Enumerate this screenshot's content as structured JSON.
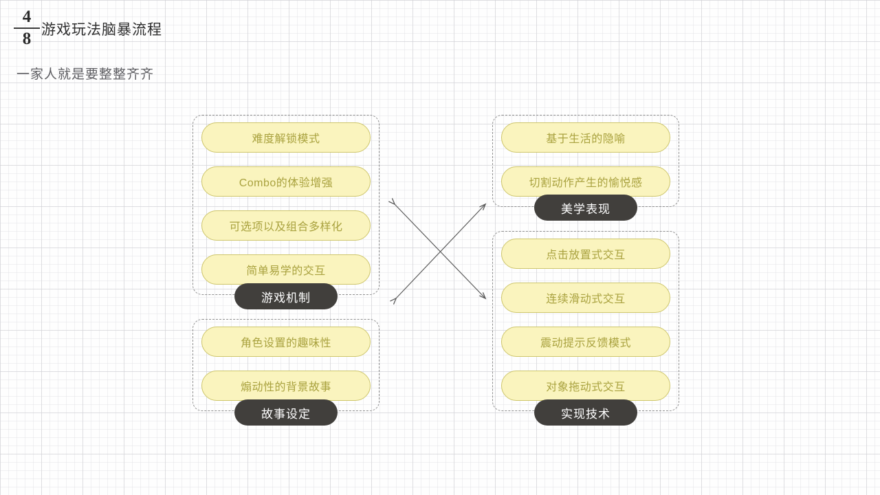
{
  "header": {
    "page_current": "4",
    "page_total": "8",
    "title": "游戏玩法脑暴流程",
    "subtitle": "一家人就是要整整齐齐"
  },
  "colors": {
    "node_fill": "#faf4be",
    "node_border": "#cdc56a",
    "node_text": "#a9a23f",
    "label_fill": "#413f3c",
    "label_text": "#ffffff",
    "group_border": "#8e8e8e",
    "connector": "#5a5a5a",
    "background": "#fefefe"
  },
  "groups": [
    {
      "id": "game-mechanics",
      "label": "游戏机制",
      "items": [
        "难度解锁模式",
        "Combo的体验增强",
        "可选项以及组合多样化",
        "简单易学的交互"
      ]
    },
    {
      "id": "story-setting",
      "label": "故事设定",
      "items": [
        "角色设置的趣味性",
        "煽动性的背景故事"
      ]
    },
    {
      "id": "aesthetic-expression",
      "label": "美学表现",
      "items": [
        "基于生活的隐喻",
        "切割动作产生的愉悦感"
      ]
    },
    {
      "id": "implementation-technology",
      "label": "实现技术",
      "items": [
        "点击放置式交互",
        "连续滑动式交互",
        "震动提示反馈模式",
        "对象拖动式交互"
      ]
    }
  ],
  "connectors": [
    {
      "name": "arrow-story-to-aesthetic",
      "kind": "double-headed-arrow"
    },
    {
      "name": "arrow-mechanics-to-technology",
      "kind": "double-headed-arrow"
    }
  ]
}
